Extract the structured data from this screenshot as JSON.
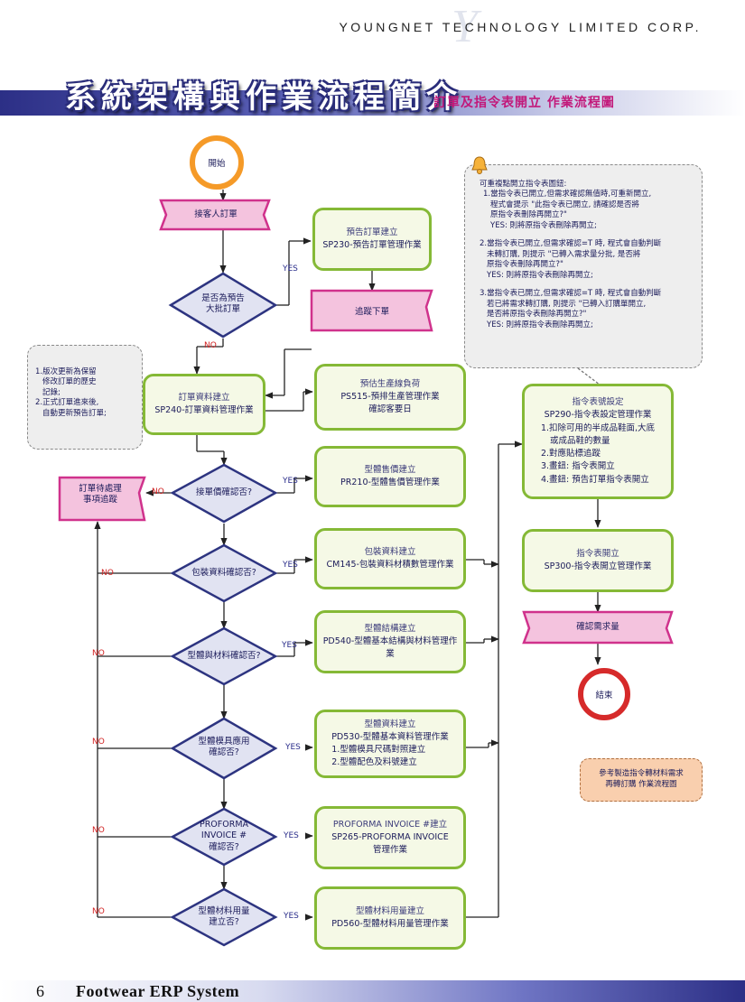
{
  "header": {
    "corp": "YOUNGNET TECHNOLOGY LIMITED CORP.",
    "title": "系統架構與作業流程簡介",
    "subtitle": "訂單及指令表開立  作業流程圖"
  },
  "footer": {
    "page_number": "6",
    "title": "Footwear ERP System"
  },
  "flow": {
    "start": "開始",
    "end": "結束",
    "receive_order": "接客人訂單",
    "pre_order_q": [
      "是否為預告",
      "大批訂單"
    ],
    "pre_order_box": [
      "預告訂單建立",
      "SP230-預告訂單管理作業"
    ],
    "follow_order": "追蹤下單",
    "order_box": [
      "訂單資料建立",
      "SP240-訂單資料管理作業"
    ],
    "capacity_box": [
      "預估生產線負荷",
      "PS515-預排生產管理作業",
      "確認客要日"
    ],
    "pending": [
      "訂單待處理",
      "事項追蹤"
    ],
    "q_price": "接單價確認否?",
    "box_price": [
      "型體售價建立",
      "PR210-型體售價管理作業"
    ],
    "q_pack": "包裝資料確認否?",
    "box_pack": [
      "包裝資料建立",
      "CM145-包裝資料材積數管理作業"
    ],
    "q_material": "型體與材料確認否?",
    "box_structure": [
      "型體結構建立",
      "PD540-型體基本結構與材料管理作業"
    ],
    "q_mold": [
      "型體模具應用",
      "確認否?"
    ],
    "box_style": [
      "型體資料建立",
      "PD530-型體基本資料管理作業"
    ],
    "box_style_items": [
      "1.型體模具尺碼對照建立",
      "2.型體配色及料號建立"
    ],
    "q_proforma": [
      "PROFORMA",
      "INVOICE #",
      "確認否?"
    ],
    "box_proforma": [
      "PROFORMA INVOICE #建立",
      "SP265-PROFORMA INVOICE",
      "管理作業"
    ],
    "q_usage": [
      "型體材料用量",
      "建立否?"
    ],
    "box_usage": [
      "型體材料用量建立",
      "PD560-型體材料用量管理作業"
    ],
    "box_instruction_setup": {
      "title": "指令表號設定",
      "code": "SP290-指令表設定管理作業",
      "items": [
        "1.扣除可用的半成品鞋面,大底",
        "或成品鞋的數量",
        "2.對應貼標追蹤",
        "3.畫鈕: 指令表開立",
        "4.畫鈕: 預告訂單指令表開立"
      ]
    },
    "box_instruction_open": [
      "指令表開立",
      "SP300-指令表開立管理作業"
    ],
    "confirm_demand": "確認需求量",
    "yes": "YES",
    "no": "NO"
  },
  "notes": {
    "version": [
      "1.版次更新為保留",
      "修改訂單的歷史",
      "記錄;",
      "2.正式訂單進來後,",
      "自動更新預告訂單;"
    ],
    "reopen": [
      "可重複點開立指令表圖鈕:",
      "1.當指令表已開立,但需求確認無值時,可重新開立,",
      "程式會提示 \"此指令表已開立, 請確認是否將",
      "原指令表刪除再開立?\"",
      "YES: 則將原指令表刪除再開立;",
      "2.當指令表已開立,但需求確認=T 時, 程式會自動判斷",
      "未轉訂購, 則提示 \"已轉入需求量分批, 是否將",
      "原指令表刪除再開立?\"",
      "YES: 則將原指令表刪除再開立;",
      "3.當指令表已開立,但需求確認=T 時, 程式會自動判斷",
      "若已將需求轉訂購, 則提示 \"已轉入訂購單開立,",
      "是否將原指令表刪除再開立?\"",
      "YES: 則將原指令表刪除再開立;"
    ],
    "reference": [
      "參考製造指令轉材料需求",
      "再轉訂購  作業流程圖"
    ]
  },
  "colors": {
    "green_border": "#85b936",
    "diamond_fill": "#e1e3f2",
    "diamond_border": "#2d3480",
    "doc_fill": "#f4c3de",
    "doc_border": "#d0328c",
    "start_ring": "#f59a28",
    "end_ring": "#d62a2a"
  }
}
